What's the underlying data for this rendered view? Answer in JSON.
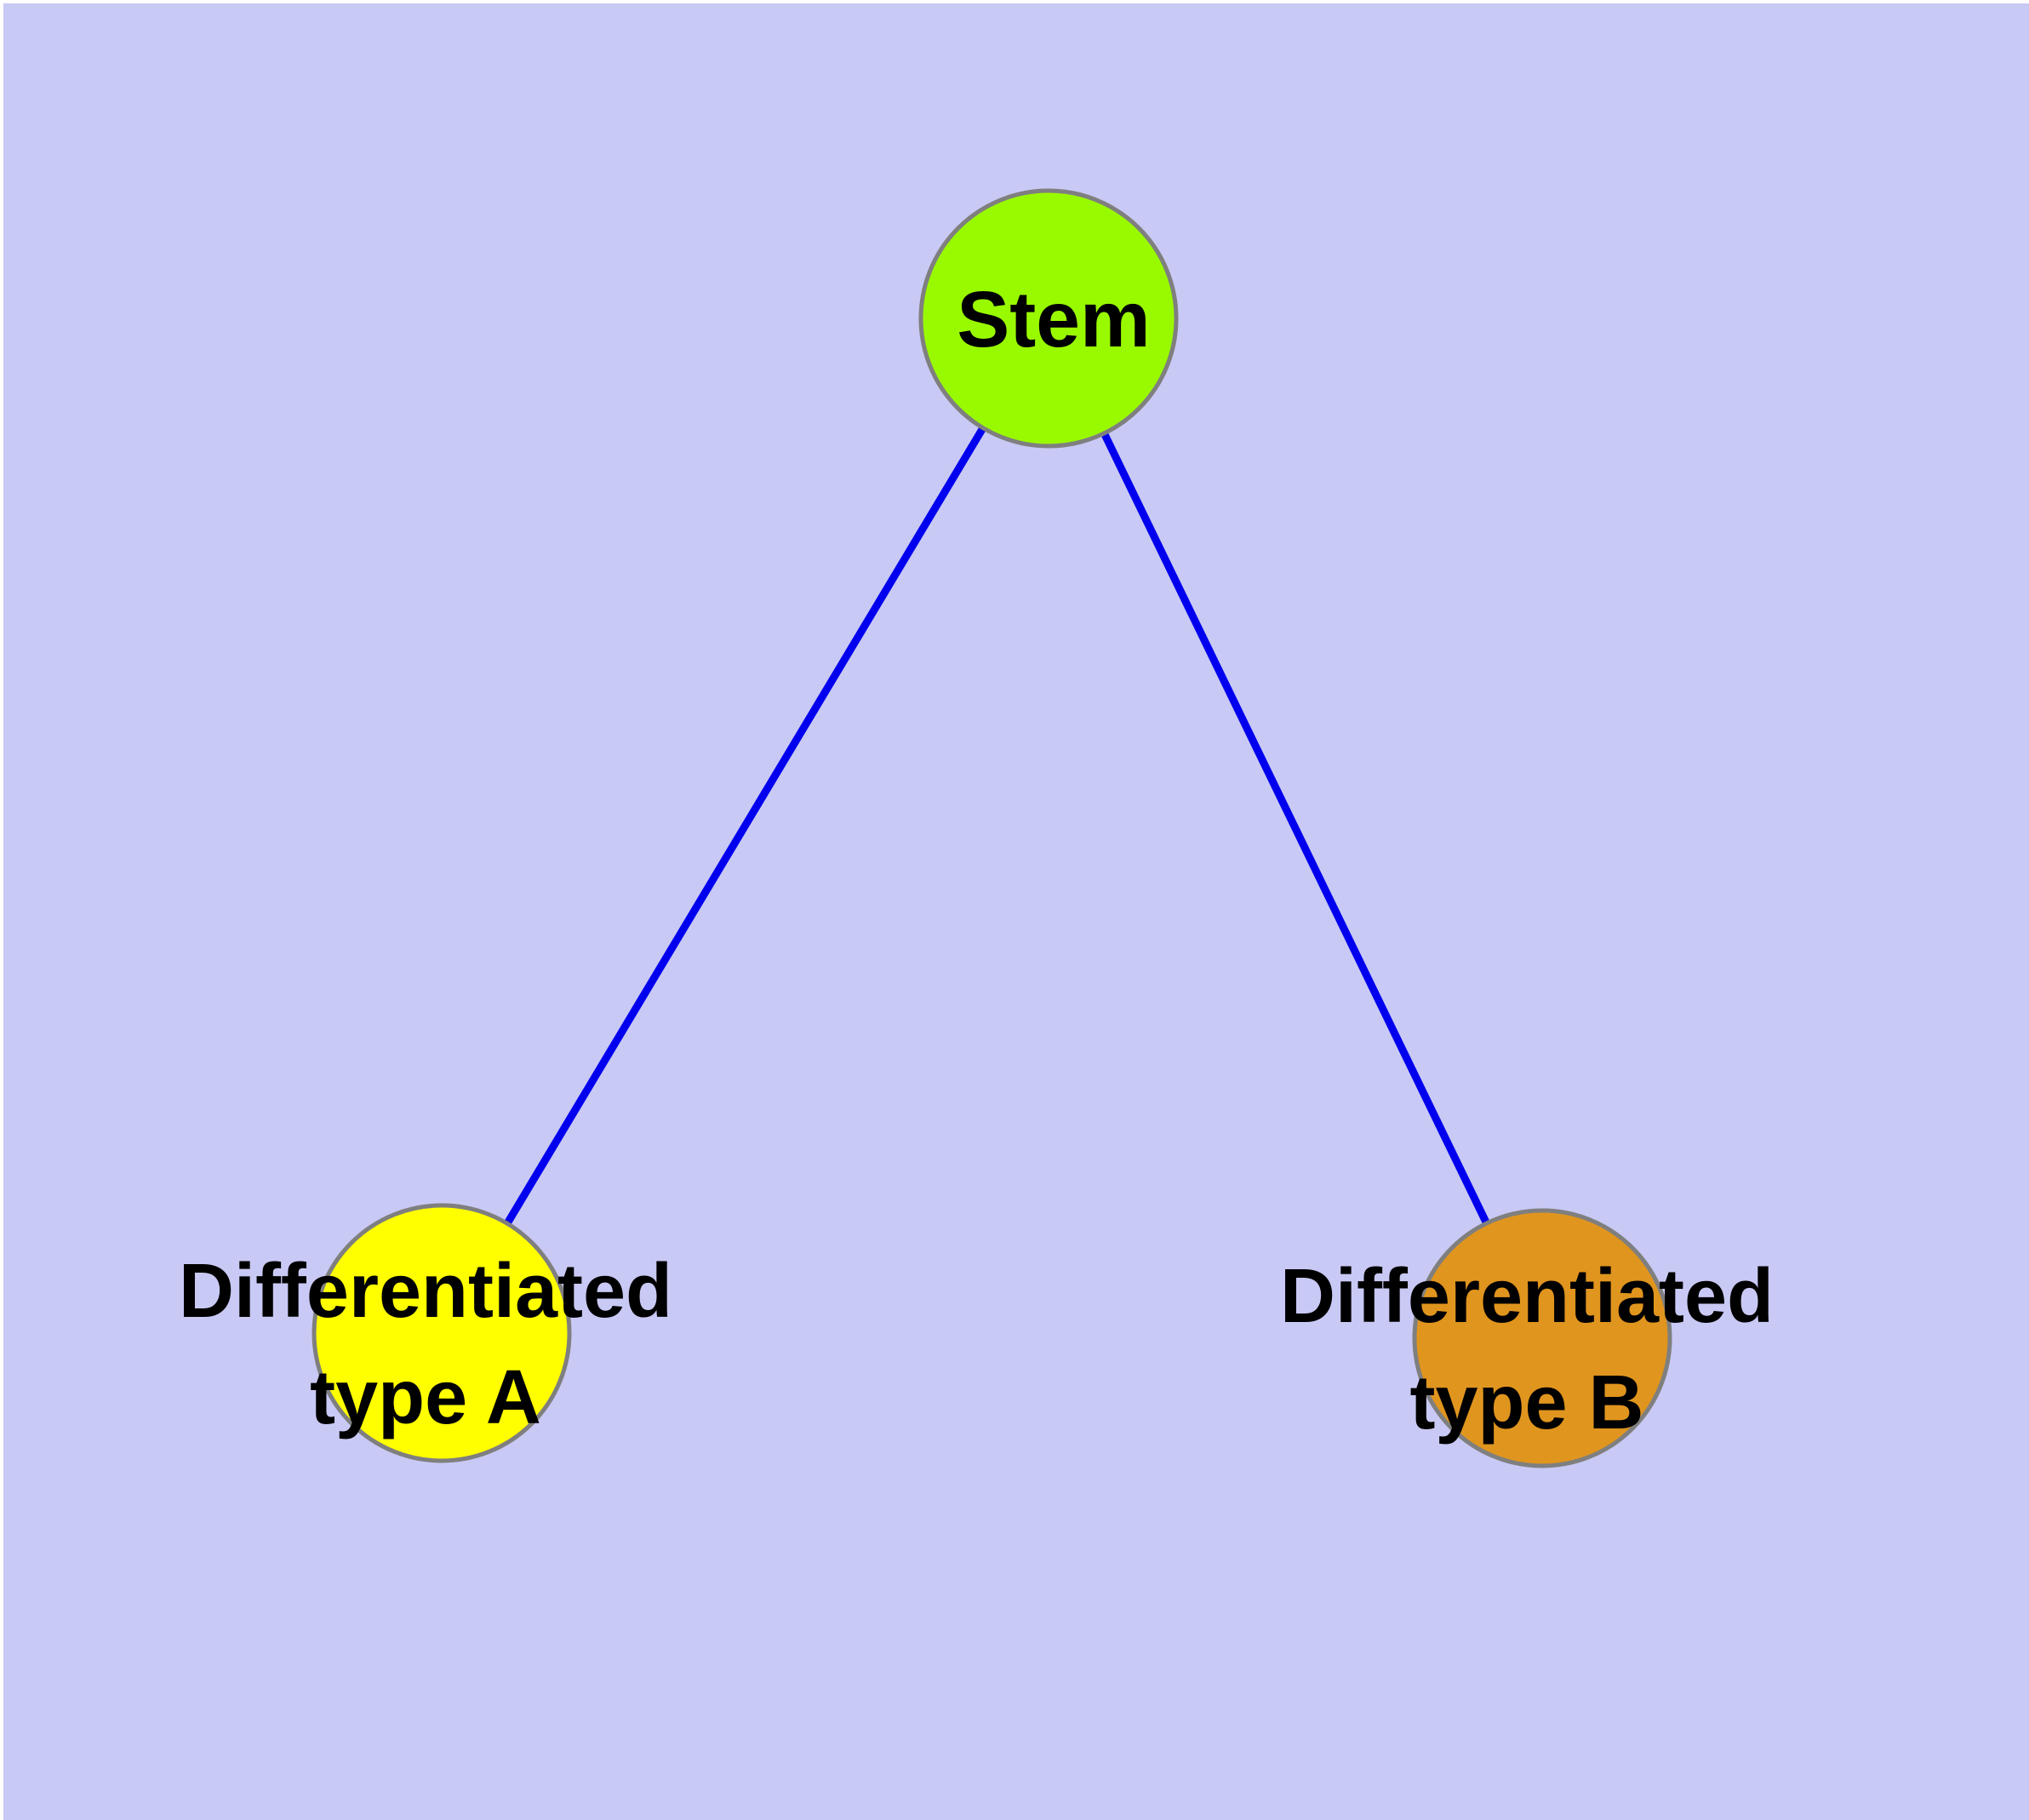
{
  "diagram": {
    "type": "graph",
    "background_color": "#c9c9f5",
    "frame_color": "#ffffff",
    "edge_color": "#0000ee",
    "node_border_color": "#7f7f7f",
    "label_color": "#000000",
    "nodes": {
      "stem": {
        "label": "Stem",
        "fill": "#99fa00"
      },
      "type_a": {
        "label_line1": "Differentiated",
        "label_line2": "type A",
        "fill": "#ffff00"
      },
      "type_b": {
        "label_line1": "Differentiated",
        "label_line2": "type B",
        "fill": "#e0951e"
      }
    },
    "edges": [
      {
        "from": "Stem",
        "to": "Differentiated type A"
      },
      {
        "from": "Stem",
        "to": "Differentiated type B"
      }
    ]
  }
}
